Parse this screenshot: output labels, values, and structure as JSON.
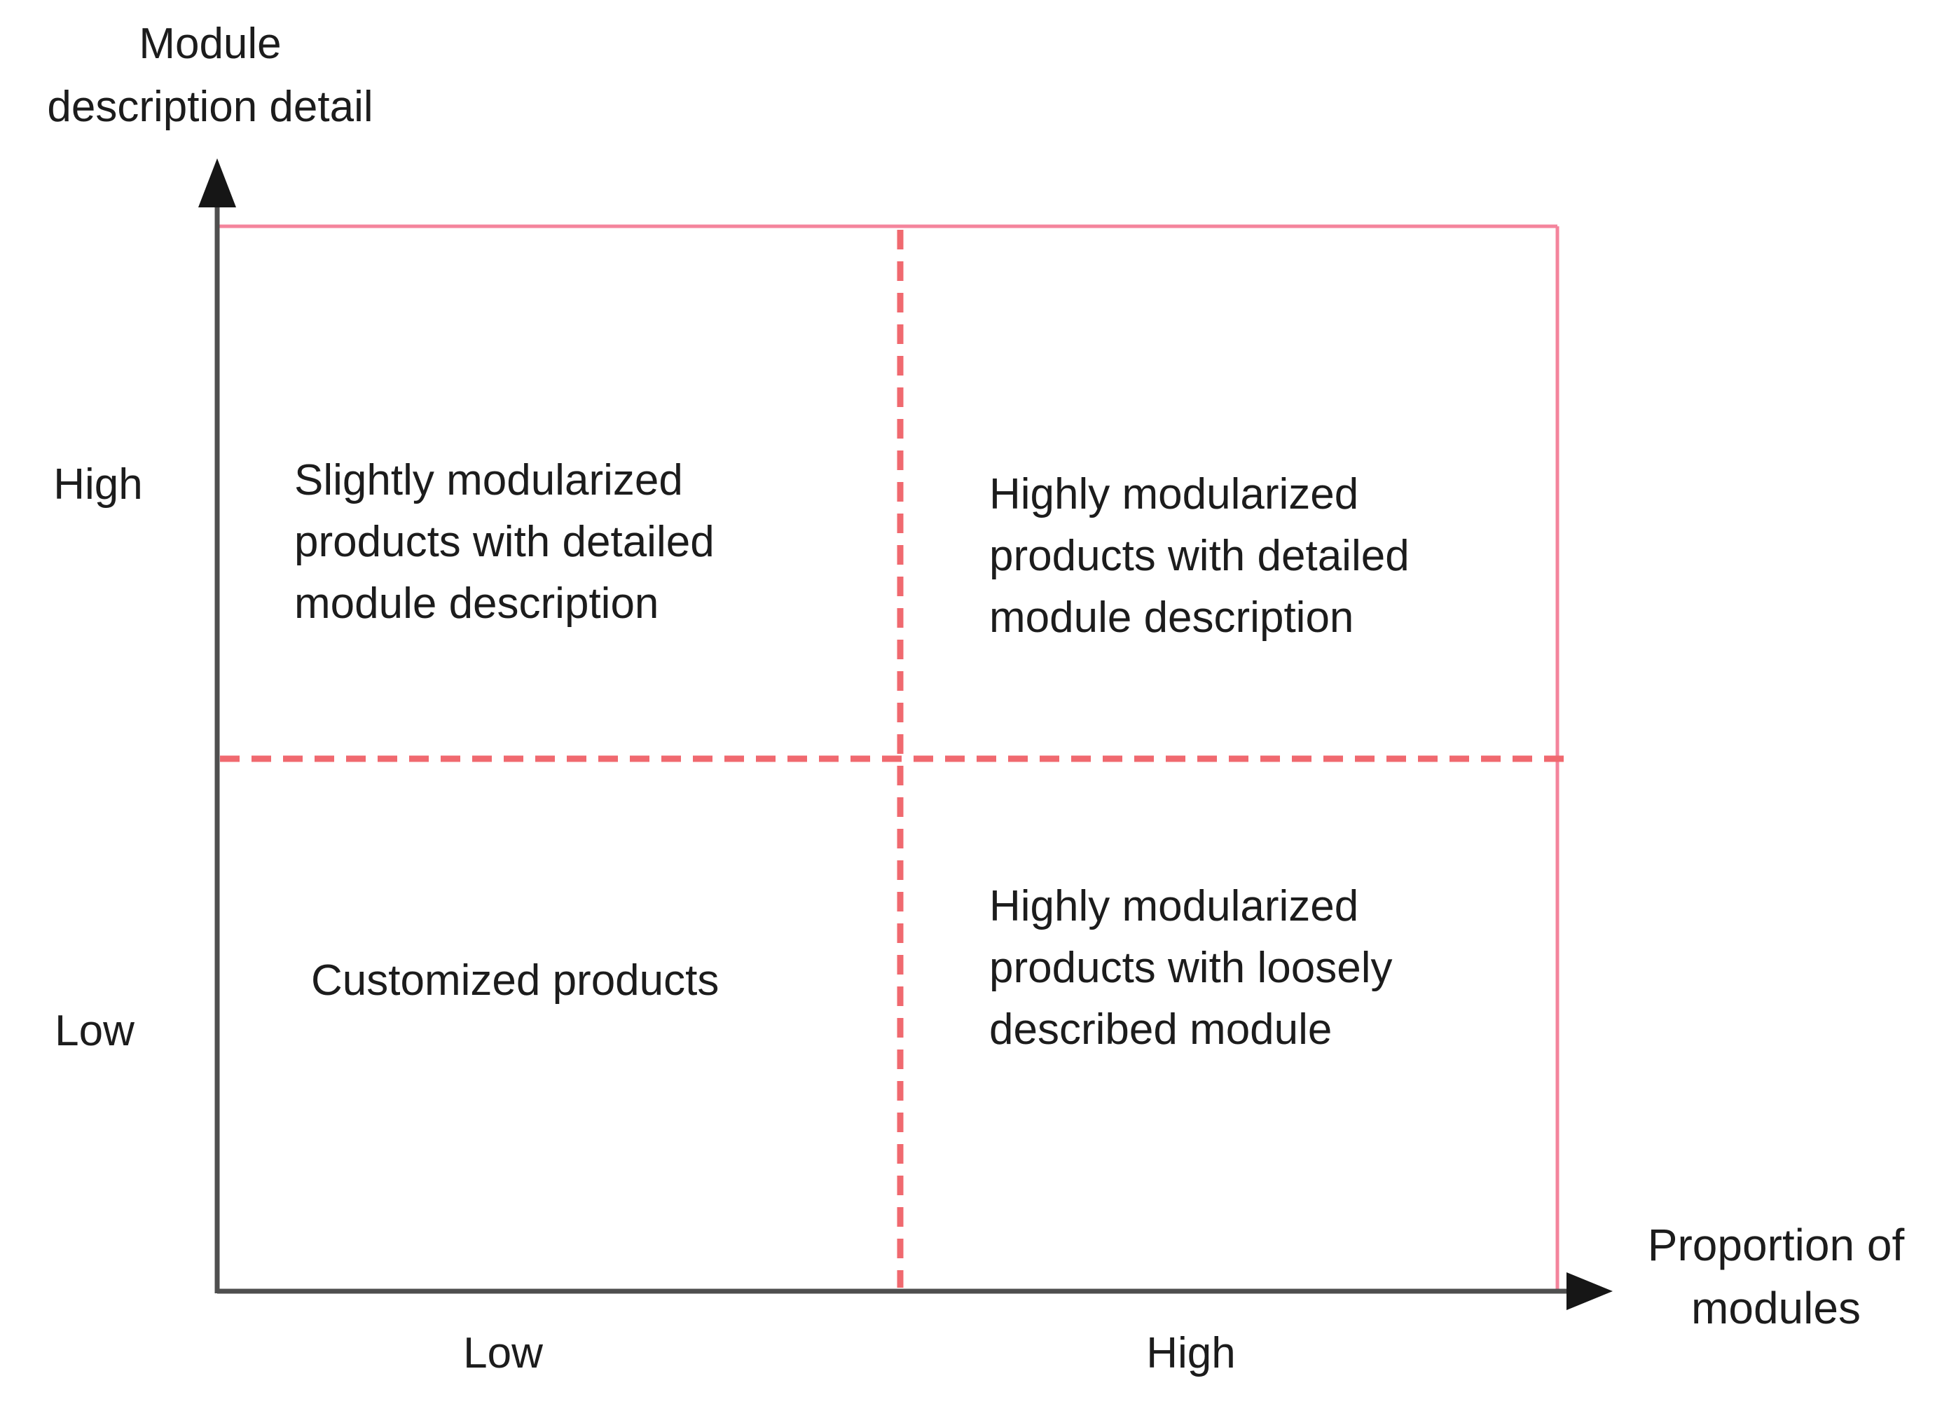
{
  "title": {
    "lines": [
      "Module",
      "description detail"
    ]
  },
  "axes": {
    "y": {
      "high_label": "High",
      "low_label": "Low"
    },
    "x": {
      "low_label": "Low",
      "high_label": "High",
      "title_lines": [
        "Proportion of",
        "modules"
      ]
    }
  },
  "quadrants": {
    "top_left": {
      "lines": [
        "Slightly modularized",
        "products with detailed",
        "module description"
      ]
    },
    "top_right": {
      "lines": [
        "Highly modularized",
        "products with detailed",
        "module description"
      ]
    },
    "bottom_left": {
      "lines": [
        "Customized products"
      ]
    },
    "bottom_right": {
      "lines": [
        "Highly modularized",
        "products with loosely",
        "described module"
      ]
    }
  },
  "colors": {
    "axis_line": "#4f4f4f",
    "arrow": "#161616",
    "solid_border": "#f4849c",
    "dashed_line": "#f0696f",
    "text": "#1c1c1c"
  }
}
